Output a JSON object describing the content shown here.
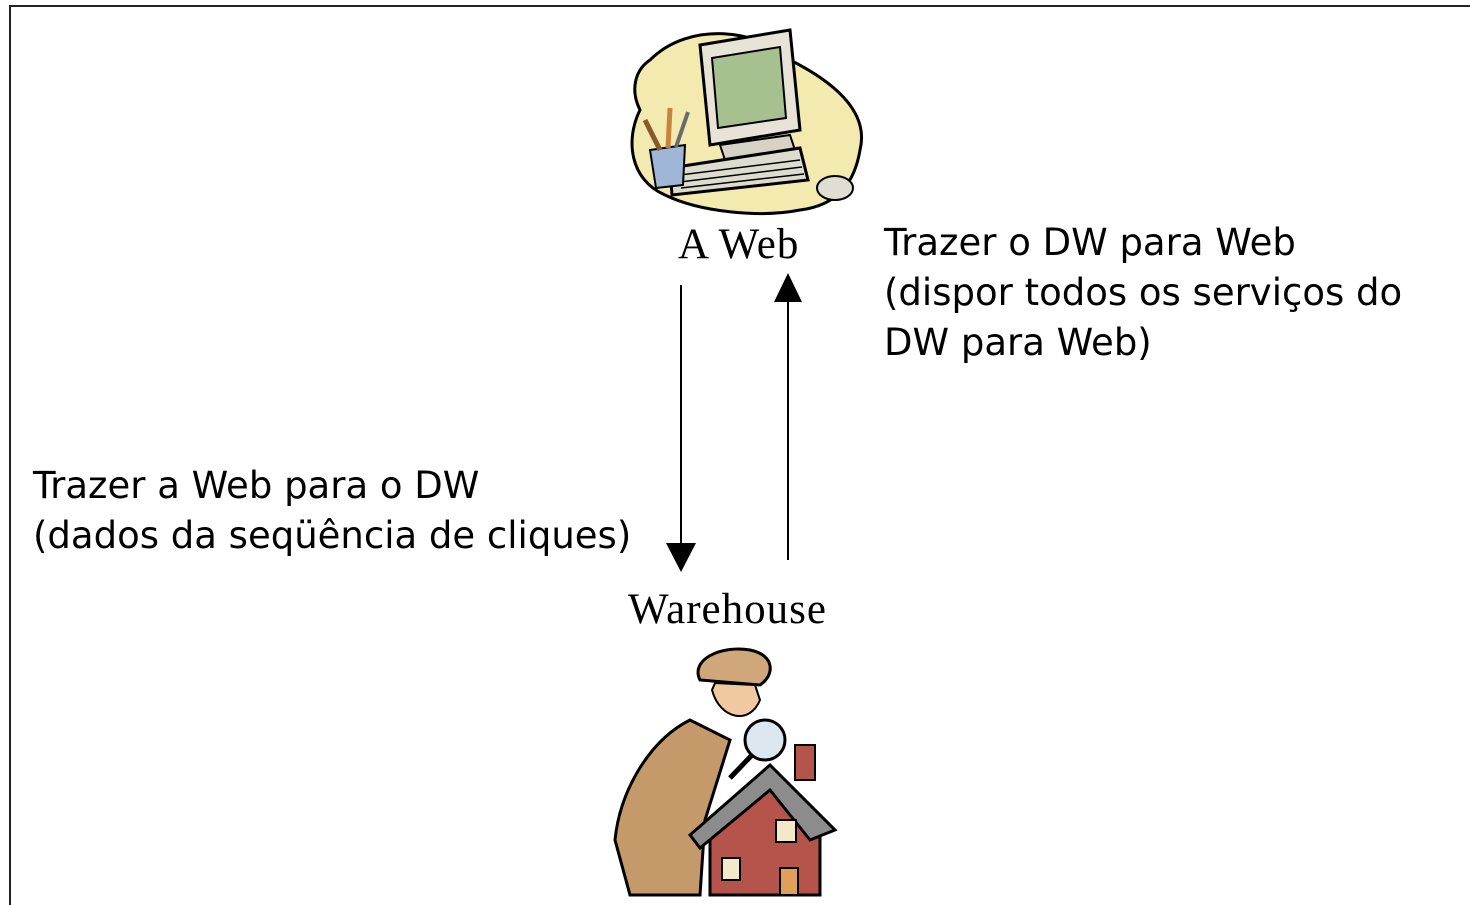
{
  "nodes": {
    "web": {
      "label": "A Web",
      "icon": "computer-clipart-icon"
    },
    "warehouse": {
      "label": "Warehouse",
      "icon": "detective-house-clipart-icon"
    }
  },
  "edges": {
    "web_to_dw": {
      "lines": [
        "Trazer a Web para o DW",
        "(dados da seqüência de cliques)"
      ],
      "direction": "down"
    },
    "dw_to_web": {
      "lines": [
        "Trazer o DW para Web",
        "(dispor todos os serviços do",
        "DW para Web)"
      ],
      "direction": "up"
    }
  },
  "colors": {
    "stroke": "#000000",
    "frame": "#222222"
  }
}
